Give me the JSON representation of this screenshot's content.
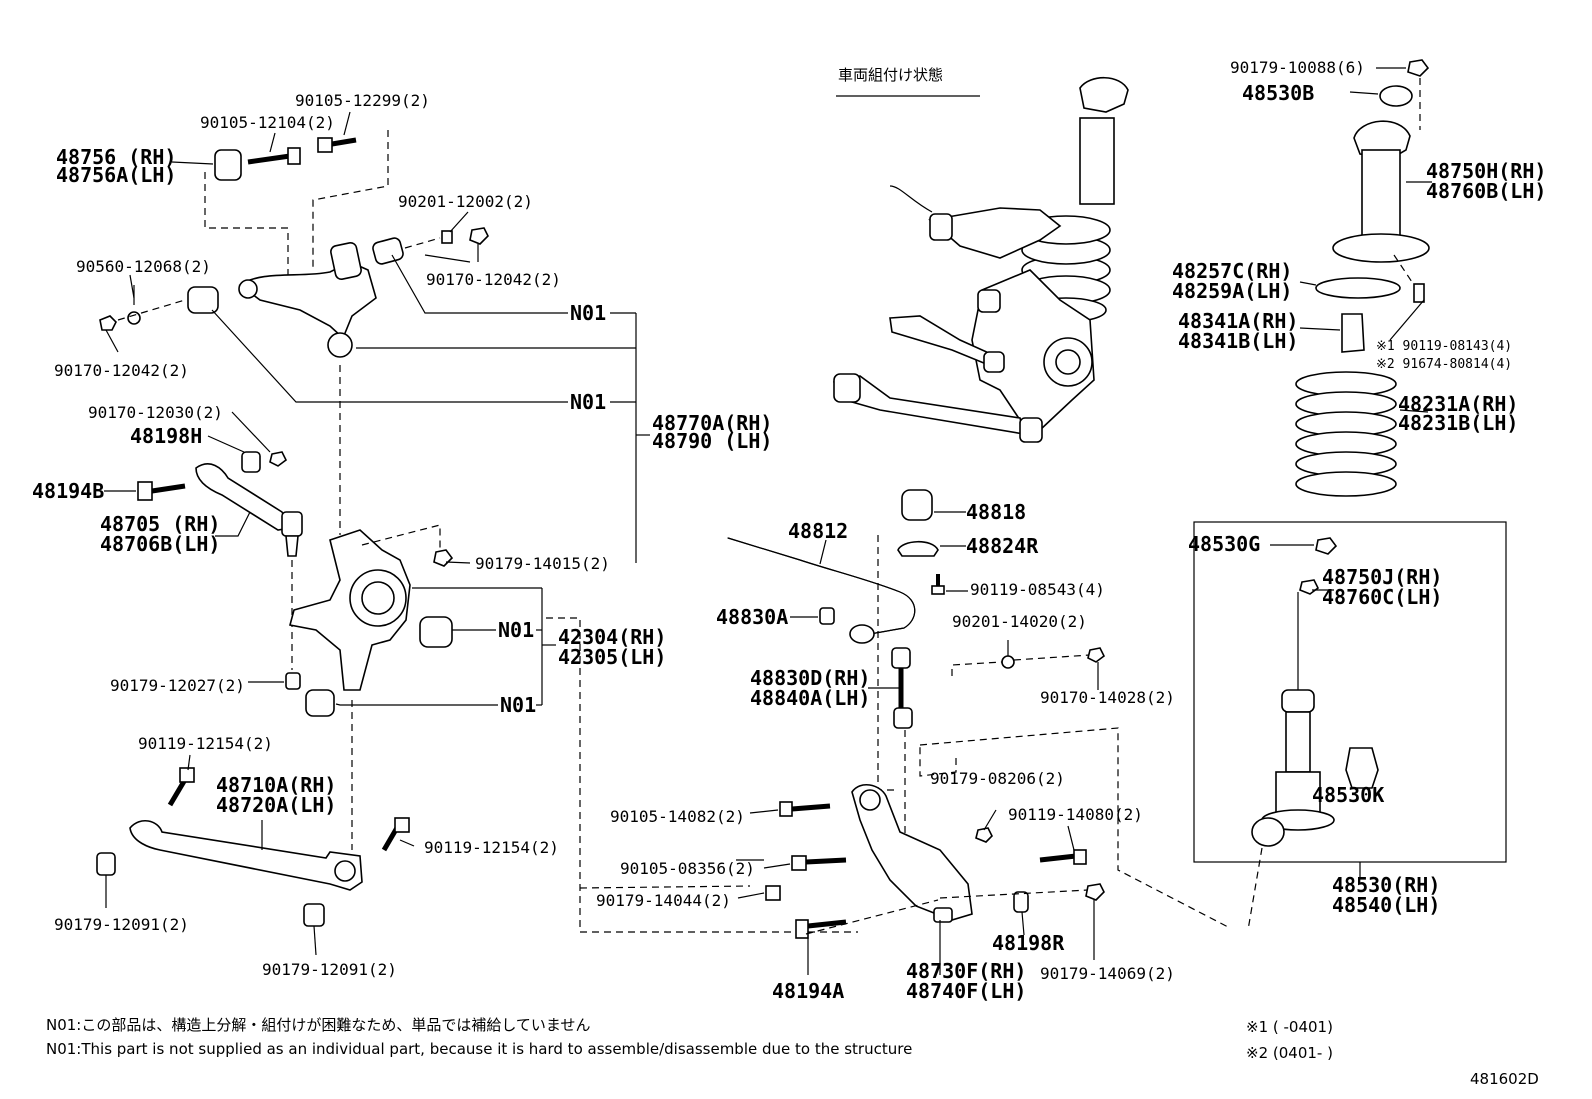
{
  "labels": {
    "p90105_12299": "90105-12299(2)",
    "p90105_12104": "90105-12104(2)",
    "p48756_rh": "48756 (RH)",
    "p48756_lh": "48756A(LH)",
    "p90201_12002": "90201-12002(2)",
    "p90560_12068": "90560-12068(2)",
    "p90170_12042_a": "90170-12042(2)",
    "p90170_12042_b": "90170-12042(2)",
    "n01_a": "N01",
    "n01_b": "N01",
    "n01_c": "N01",
    "n01_d": "N01",
    "p90170_12030": "90170-12030(2)",
    "p48198h": "48198H",
    "p48194b": "48194B",
    "p48770_rh": "48770A(RH)",
    "p48790_lh": "48790 (LH)",
    "p48705_rh": "48705 (RH)",
    "p48706_lh": "48706B(LH)",
    "p90179_14015": "90179-14015(2)",
    "p42304_rh": "42304(RH)",
    "p42305_lh": "42305(LH)",
    "p90179_12027": "90179-12027(2)",
    "p90119_12154_a": "90119-12154(2)",
    "p48710_rh": "48710A(RH)",
    "p48720_lh": "48720A(LH)",
    "p90119_12154_b": "90119-12154(2)",
    "p90179_12091_a": "90179-12091(2)",
    "p90179_12091_b": "90179-12091(2)",
    "assembled_title": "車両組付け状態",
    "p48818": "48818",
    "p48824r": "48824R",
    "p48812": "48812",
    "p90119_08543": "90119-08543(4)",
    "p48830a": "48830A",
    "p90201_14020": "90201-14020(2)",
    "p48830d_rh": "48830D(RH)",
    "p48840a_lh": "48840A(LH)",
    "p90170_14028": "90170-14028(2)",
    "p90179_08206": "90179-08206(2)",
    "p90105_14082": "90105-14082(2)",
    "p90119_14080": "90119-14080(2)",
    "p90105_08356": "90105-08356(2)",
    "p90179_14044": "90179-14044(2)",
    "p48198r": "48198R",
    "p48730_rh": "48730F(RH)",
    "p48740_lh": "48740F(LH)",
    "p90179_14069": "90179-14069(2)",
    "p48194a": "48194A",
    "p90179_10088": "90179-10088(6)",
    "p48530b": "48530B",
    "p48750h_rh": "48750H(RH)",
    "p48760b_lh": "48760B(LH)",
    "p48257c_rh": "48257C(RH)",
    "p48259a_lh": "48259A(LH)",
    "p48341a_rh": "48341A(RH)",
    "p48341b_lh": "48341B(LH)",
    "p90119_08143": "※1 90119-08143(4)",
    "p91674_80814": "※2 91674-80814(4)",
    "p48231a_rh": "48231A(RH)",
    "p48231b_lh": "48231B(LH)",
    "p48530g": "48530G",
    "p48750j_rh": "48750J(RH)",
    "p48760c_lh": "48760C(LH)",
    "p48530k": "48530K",
    "p48530_rh": "48530(RH)",
    "p48540_lh": "48540(LH)"
  },
  "notes": {
    "jp": "N01:この部品は、構造上分解・組付けが困難なため、単品では補給していません",
    "en": "N01:This part is not supplied as an individual part, because it is hard to assemble/disassemble due to the structure",
    "footnote1": "※1 (   -0401)",
    "footnote2": "※2 (0401-   )",
    "figure_id": "481602D"
  }
}
